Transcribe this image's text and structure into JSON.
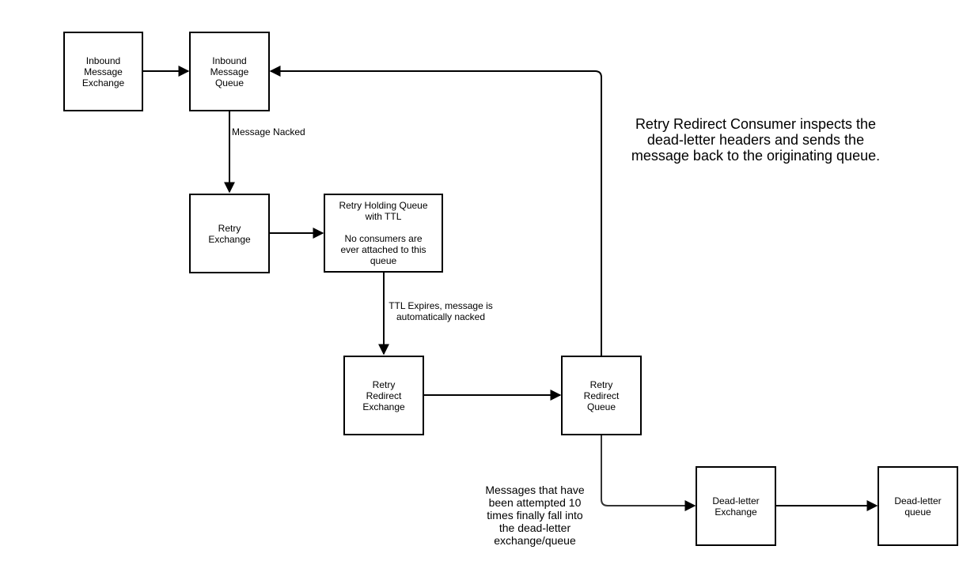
{
  "nodes": {
    "inbound_exchange": "Inbound\nMessage\nExchange",
    "inbound_queue": "Inbound\nMessage\nQueue",
    "retry_exchange": "Retry\nExchange",
    "retry_holding_queue": "Retry Holding Queue\nwith TTL\n\nNo consumers are\never attached to this\nqueue",
    "retry_redirect_exchange": "Retry\nRedirect\nExchange",
    "retry_redirect_queue": "Retry\nRedirect\nQueue",
    "dead_letter_exchange": "Dead-letter\nExchange",
    "dead_letter_queue": "Dead-letter\nqueue"
  },
  "edge_labels": {
    "message_nacked": "Message Nacked",
    "ttl_expires": "TTL Expires, message is\nautomatically nacked",
    "max_attempts": "Messages that have\nbeen attempted 10\ntimes finally fall into\nthe dead-letter\nexchange/queue"
  },
  "annotation": {
    "redirect_consumer": "Retry Redirect Consumer inspects the\ndead-letter headers and sends the\nmessage back to the originating queue."
  }
}
